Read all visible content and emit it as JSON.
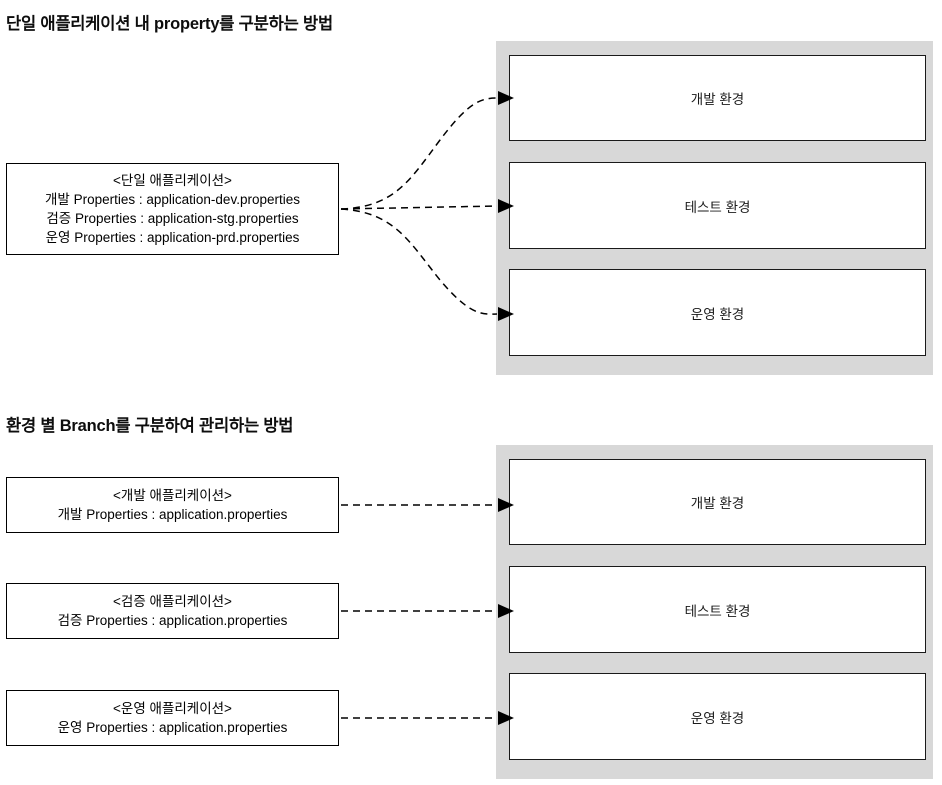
{
  "page": {
    "background": "#ffffff",
    "panel_gray": "#d8d8d8",
    "line_color": "#000000"
  },
  "sections": [
    {
      "id": "single-application",
      "title": "단일 애플리케이션 내 property를 구분하는 방법",
      "source": {
        "header": "<단일 애플리케이션>",
        "rows": [
          "개발 Properties : application-dev.properties",
          "검증 Properties : application-stg.properties",
          "운영 Properties : application-prd.properties"
        ]
      },
      "environments": [
        {
          "label": "개발 환경"
        },
        {
          "label": "테스트 환경"
        },
        {
          "label": "운영 환경"
        }
      ],
      "connector_style": "curved-dashed-arrow"
    },
    {
      "id": "branch-per-environment",
      "title": "환경 별 Branch를 구분하여 관리하는 방법",
      "sources": [
        {
          "header": "<개발 애플리케이션>",
          "rows": [
            "개발 Properties : application.properties"
          ]
        },
        {
          "header": "<검증 애플리케이션>",
          "rows": [
            "검증 Properties : application.properties"
          ]
        },
        {
          "header": "<운영 애플리케이션>",
          "rows": [
            "운영 Properties : application.properties"
          ]
        }
      ],
      "environments": [
        {
          "label": "개발 환경"
        },
        {
          "label": "테스트 환경"
        },
        {
          "label": "운영 환경"
        }
      ],
      "connector_style": "straight-dashed-arrow"
    }
  ]
}
